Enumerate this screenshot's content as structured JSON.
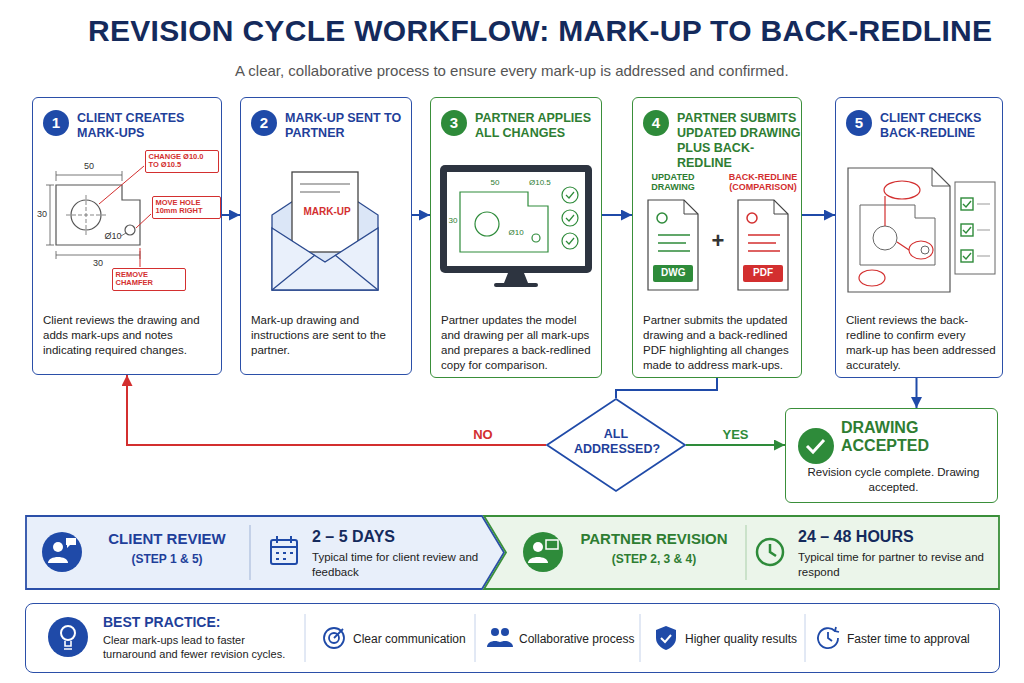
{
  "diagram": {
    "title": "REVISION CYCLE WORKFLOW: MARK-UP TO BACK-REDLINE",
    "caption": "A clear, collaborative process to ensure every mark-up is addressed and confirmed.",
    "nodes": [
      {
        "text": [
          "1",
          "CLIENT CREATES MARK-UPS",
          "Client reviews the drawing and adds mark-ups and notes indicating required changes."
        ]
      },
      {
        "text": [
          "CHANGE Ø10.0 TO Ø10.5"
        ],
        "in": 0
      },
      {
        "text": [
          "MOVE HOLE 10mm RIGHT"
        ],
        "in": 0
      },
      {
        "text": [
          "REMOVE CHAMFER"
        ],
        "in": 0
      },
      {
        "text": [
          "2",
          "MARK-UP SENT TO PARTNER",
          "Mark-up drawing and instructions are sent to the partner."
        ]
      },
      {
        "text": [
          "MARK-UP"
        ],
        "in": 4
      },
      {
        "text": [
          "3",
          "PARTNER APPLIES ALL CHANGES",
          "Partner updates the model and drawing per all mark-ups and prepares a back-redlined copy for comparison."
        ]
      },
      {
        "text": [
          "4",
          "PARTNER SUBMITS UPDATED DRAWING PLUS BACK-REDLINE",
          "Partner submits the updated drawing and a back-redlined PDF highlighting all changes made to address mark-ups."
        ]
      },
      {
        "text": [
          "5",
          "CLIENT CHECKS BACK-REDLINE",
          "Client reviews the back-redline to confirm every mark-up has been addressed accurately."
        ]
      },
      {
        "text": [
          "ALL ADDRESSED?"
        ]
      },
      {
        "text": [
          "DRAWING ACCEPTED",
          "Revision cycle complete. Drawing accepted."
        ]
      },
      {
        "text": [
          "CLIENT REVIEW",
          "(STEP 1 & 5)",
          "2 – 5 DAYS",
          "Typical time for client review and feedback"
        ]
      },
      {
        "text": [
          "PARTNER REVISION",
          "(STEP 2, 3 & 4)",
          "24 – 48 HOURS",
          "Typical time for partner to revise and respond"
        ]
      },
      {
        "text": [
          "BEST PRACTICE:",
          "Clear mark-ups lead to faster turnaround and fewer revision cycles.",
          "Clear communication",
          "Collaborative process",
          "Higher quality results",
          "Faster time to approval"
        ]
      }
    ],
    "edges": [
      {
        "from": 0,
        "to": 4,
        "arrow": "to"
      },
      {
        "from": 4,
        "to": 6,
        "arrow": "to"
      },
      {
        "from": 6,
        "to": 7,
        "arrow": "to"
      },
      {
        "from": 7,
        "to": 8,
        "arrow": "to"
      },
      {
        "from": 7,
        "to": 9,
        "arrow": "none"
      },
      {
        "from": 9,
        "to": 10,
        "label": "YES",
        "arrow": "to"
      },
      {
        "from": 9,
        "to": 0,
        "label": "NO",
        "arrow": "to"
      },
      {
        "from": 8,
        "to": 10,
        "arrow": "to"
      }
    ],
    "labels": [
      "50",
      "30",
      "Ø10",
      "30",
      "50",
      "30",
      "Ø10.5",
      "Ø10",
      "UPDATED DRAWING",
      "+",
      "BACK-REDLINE (COMPARISON)",
      "DWG",
      "PDF"
    ]
  }
}
